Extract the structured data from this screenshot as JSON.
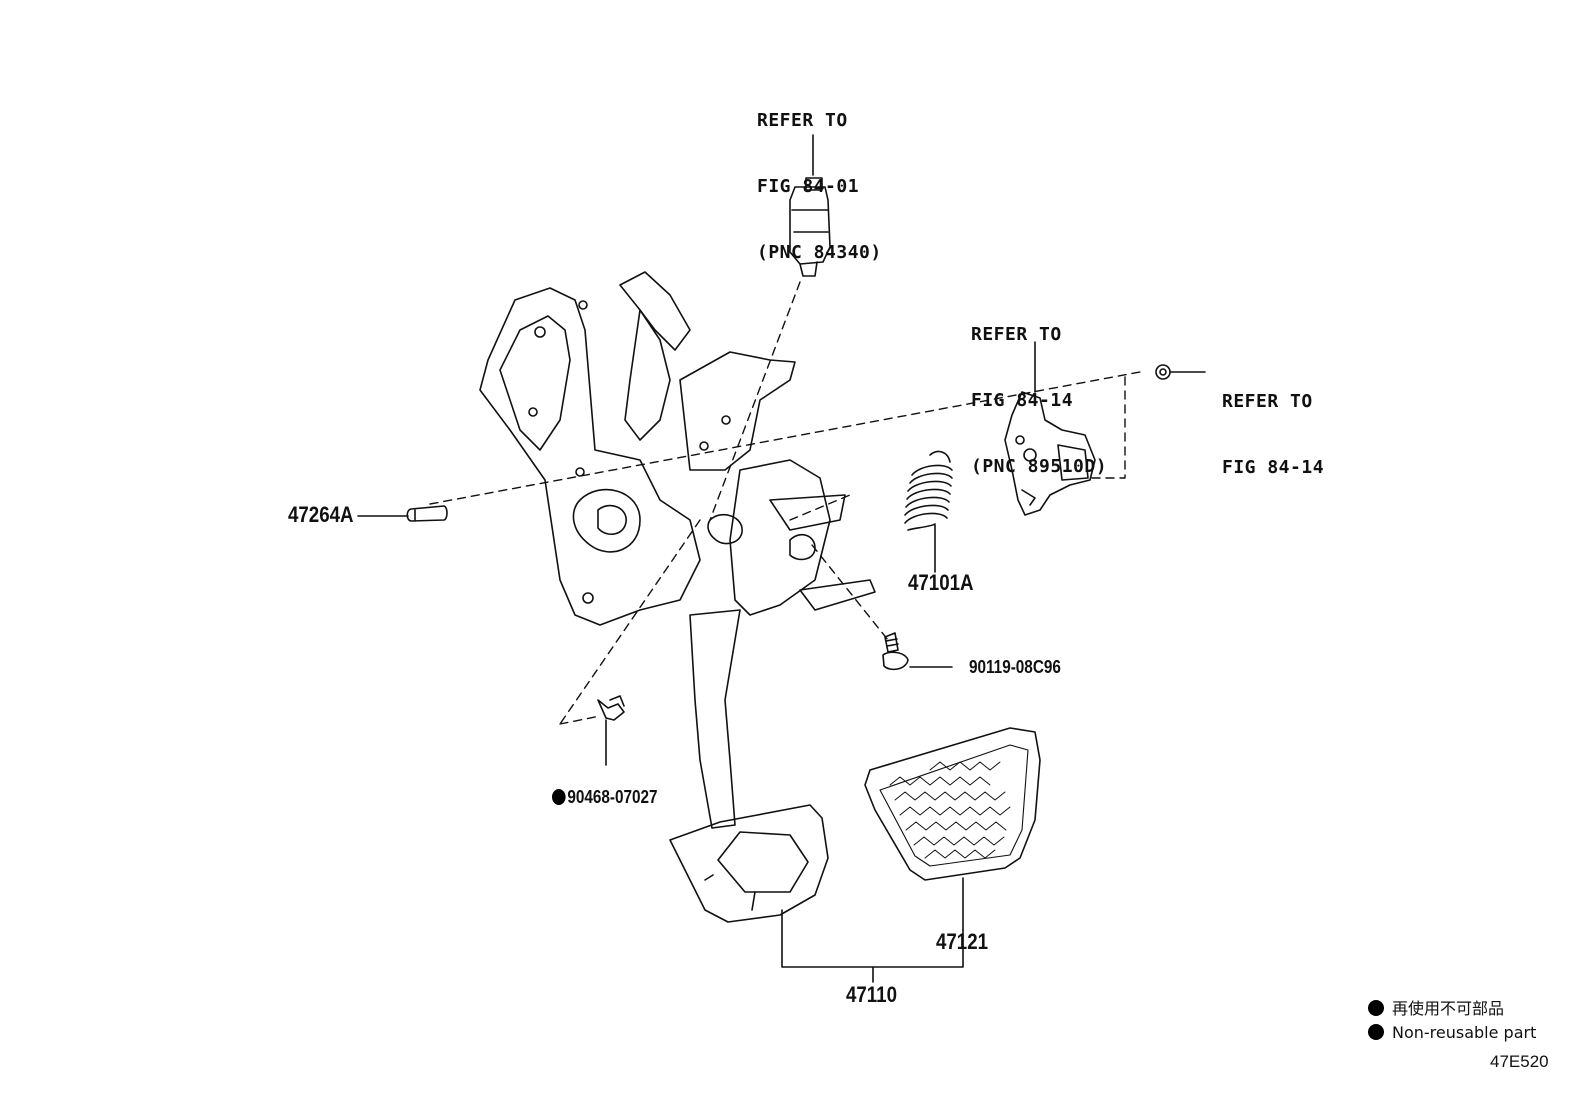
{
  "refs": {
    "top": [
      "REFER TO",
      "FIG 84-01",
      "(PNC 84340)"
    ],
    "mid": [
      "REFER TO",
      "FIG 84-14",
      "(PNC 89510D)"
    ],
    "right": [
      "REFER TO",
      "FIG 84-14"
    ]
  },
  "parts": {
    "p47264A": "47264A",
    "p47101A": "47101A",
    "p90119": "90119-08C96",
    "p90468": "90468-07027",
    "p47121": "47121",
    "p47110": "47110"
  },
  "legend": {
    "jp": "再使用不可部品",
    "en": "Non-reusable part"
  },
  "figure_code": "47E520"
}
